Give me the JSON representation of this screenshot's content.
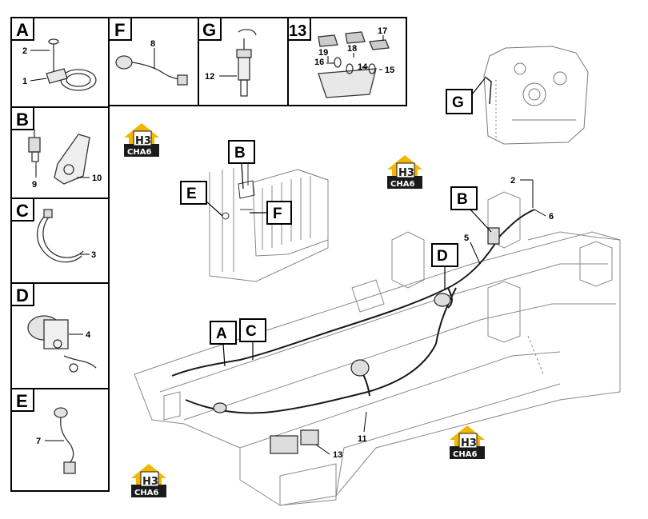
{
  "panels": {
    "A": {
      "label": "A",
      "parts": [
        "2",
        "1"
      ]
    },
    "B": {
      "label": "B",
      "parts": [
        "9",
        "10"
      ]
    },
    "C": {
      "label": "C",
      "parts": [
        "3"
      ]
    },
    "D": {
      "label": "D",
      "parts": [
        "4"
      ]
    },
    "E": {
      "label": "E",
      "parts": [
        "7"
      ]
    },
    "F": {
      "label": "F",
      "parts": [
        "8"
      ]
    },
    "G": {
      "label": "G",
      "parts": [
        "12"
      ]
    },
    "13": {
      "label": "13",
      "parts": [
        "17",
        "19",
        "18",
        "16",
        "14",
        "15"
      ]
    }
  },
  "detail_view": {
    "callouts": [
      "B",
      "E",
      "F"
    ]
  },
  "inset_G": {
    "callout": "G"
  },
  "main_view": {
    "callouts": [
      "B",
      "D",
      "A",
      "C"
    ],
    "parts": [
      "2",
      "6",
      "5",
      "11",
      "13"
    ]
  },
  "watermark": {
    "letters_top": "H3",
    "letters_bottom": "CHA6",
    "colors": {
      "yellow": "#f2b600",
      "black": "#1a1a1a",
      "white": "#ffffff"
    }
  },
  "colors": {
    "line": "#000000",
    "drawing": "#555555",
    "background": "#ffffff"
  }
}
